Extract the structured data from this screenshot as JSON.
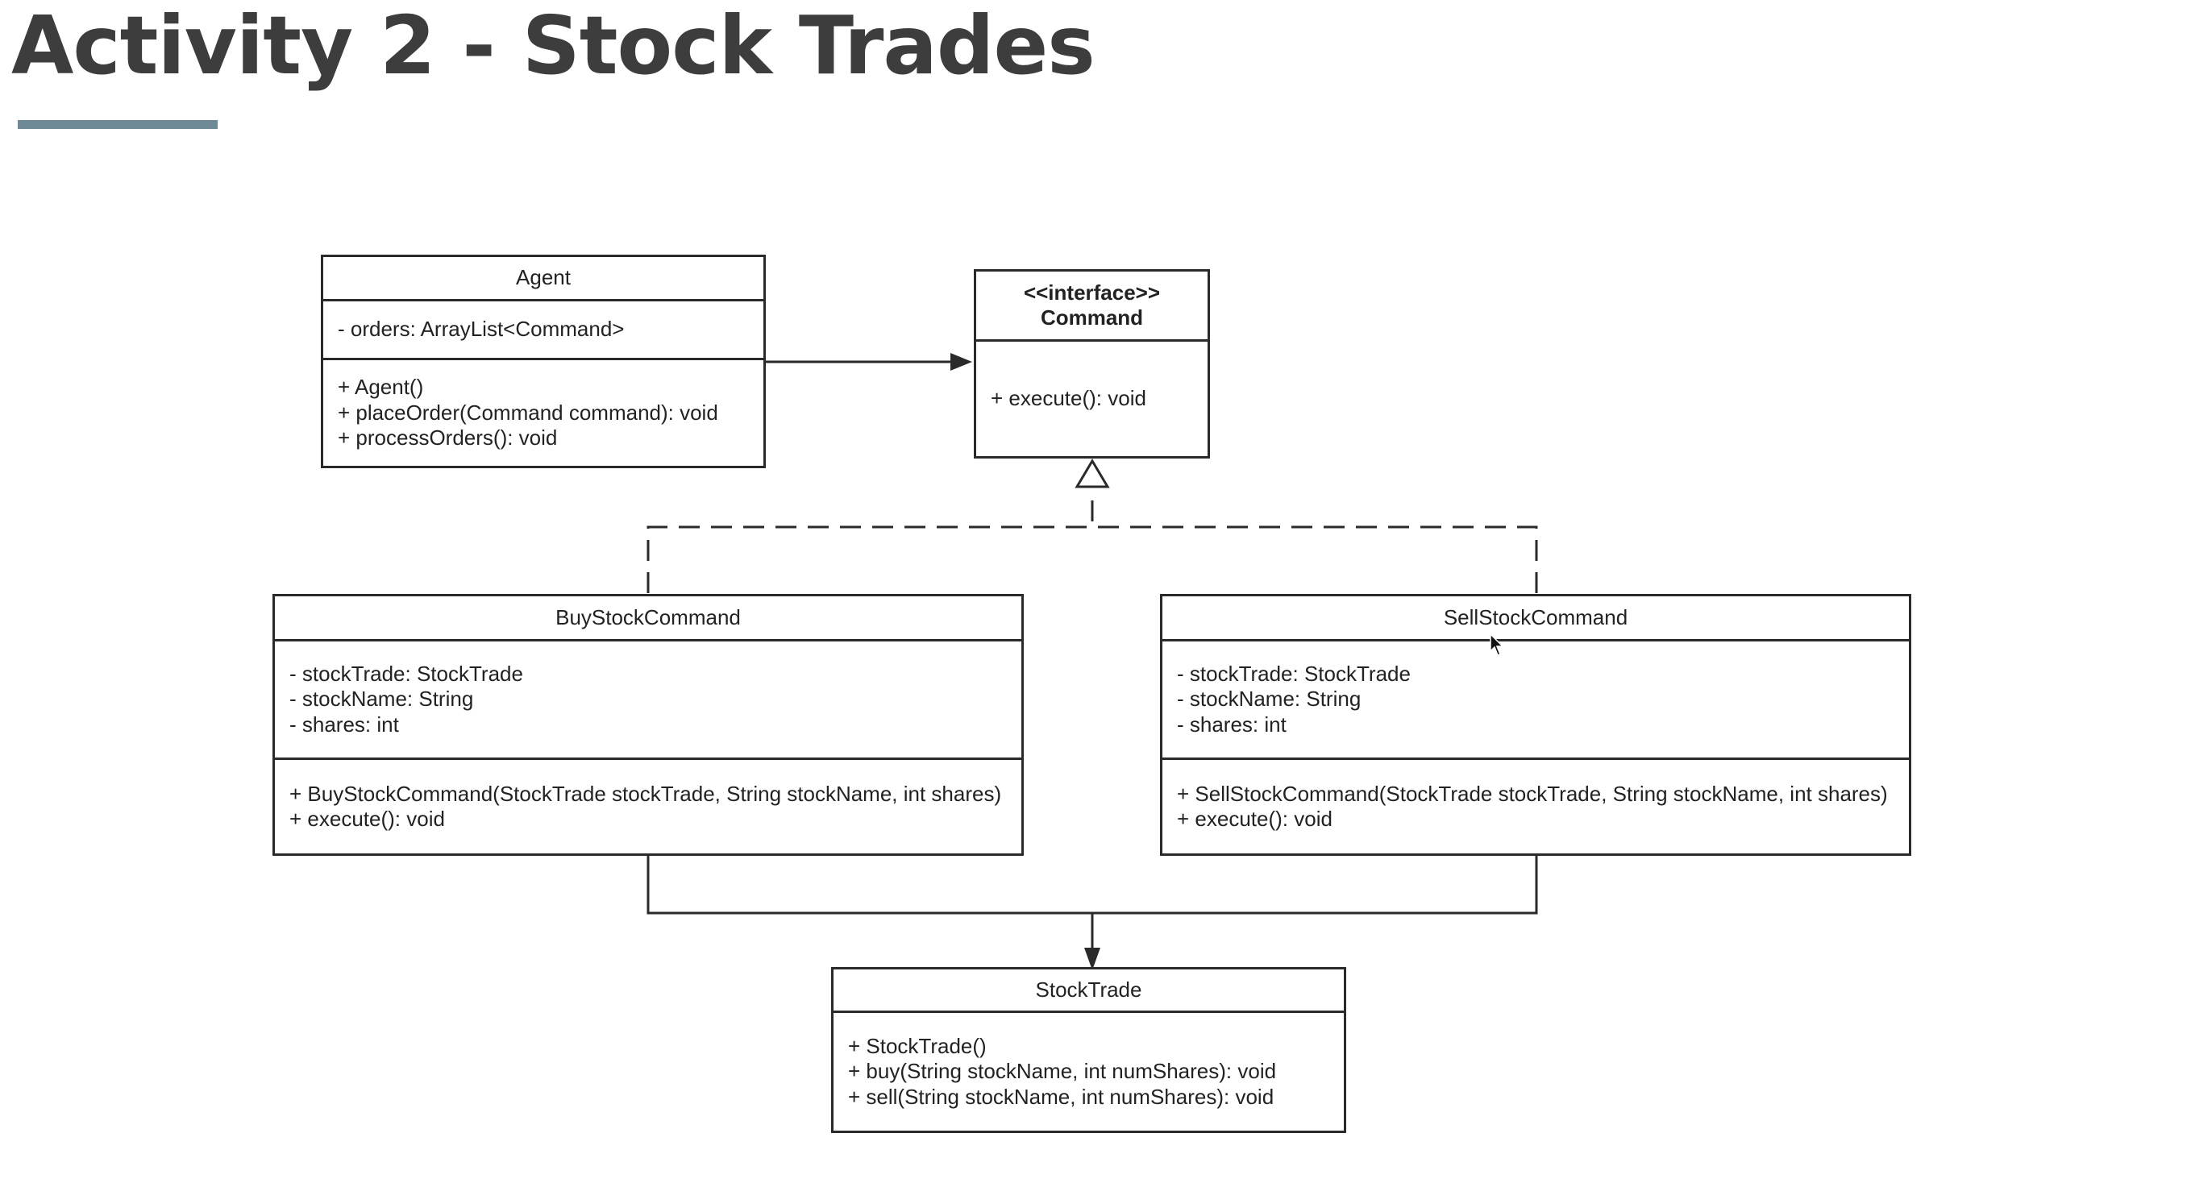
{
  "slide": {
    "title": "Activity 2 - Stock Trades"
  },
  "diagram": {
    "agent": {
      "name": "Agent",
      "attributes": [
        "- orders: ArrayList<Command>"
      ],
      "methods": [
        "+ Agent()",
        "+ placeOrder(Command command): void",
        "+ processOrders(): void"
      ]
    },
    "command": {
      "stereotype": "<<interface>>",
      "name": "Command",
      "methods": [
        "+ execute(): void"
      ]
    },
    "buy_stock_command": {
      "name": "BuyStockCommand",
      "attributes": [
        "- stockTrade: StockTrade",
        "- stockName: String",
        "- shares: int"
      ],
      "methods": [
        "+ BuyStockCommand(StockTrade stockTrade, String stockName, int shares)",
        "+ execute(): void"
      ]
    },
    "sell_stock_command": {
      "name": "SellStockCommand",
      "attributes": [
        "- stockTrade: StockTrade",
        "- stockName: String",
        "- shares: int"
      ],
      "methods": [
        "+ SellStockCommand(StockTrade stockTrade, String stockName, int shares)",
        "+ execute(): void"
      ]
    },
    "stock_trade": {
      "name": "StockTrade",
      "methods": [
        "+ StockTrade()",
        "+ buy(String stockName, int numShares): void",
        "+ sell(String stockName, int numShares): void"
      ]
    }
  },
  "colors": {
    "title": "#3d3d3d",
    "underline": "#6d8a96",
    "lines": "#2a2a2a"
  }
}
